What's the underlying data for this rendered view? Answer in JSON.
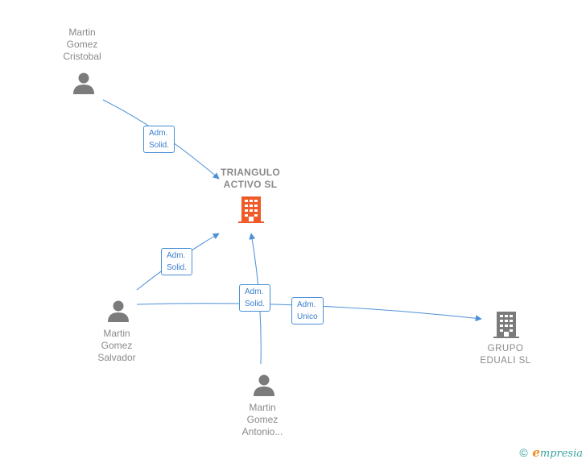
{
  "nodes": {
    "cristobal": {
      "lines": [
        "Martin",
        "Gomez",
        "Cristobal"
      ]
    },
    "salvador": {
      "lines": [
        "Martin",
        "Gomez",
        "Salvador"
      ]
    },
    "antonio": {
      "lines": [
        "Martin",
        "Gomez",
        "Antonio..."
      ]
    },
    "triangulo": {
      "lines": [
        "TRIANGULO",
        "ACTIVO  SL"
      ]
    },
    "eduali": {
      "lines": [
        "GRUPO",
        "EDUALI  SL"
      ]
    }
  },
  "edges": {
    "cristobal_triangulo": [
      "Adm.",
      "Solid."
    ],
    "salvador_triangulo": [
      "Adm.",
      "Solid."
    ],
    "antonio_triangulo": [
      "Adm.",
      "Solid."
    ],
    "salvador_eduali": [
      "Adm.",
      "Unico"
    ]
  },
  "colors": {
    "person": "#7b7b7b",
    "company": "#7b7b7b",
    "main_company": "#f05a28",
    "edge": "#4a8fd8"
  },
  "footer": {
    "copyright": "©",
    "brand_initial": "e",
    "brand_rest": "mpresia"
  }
}
